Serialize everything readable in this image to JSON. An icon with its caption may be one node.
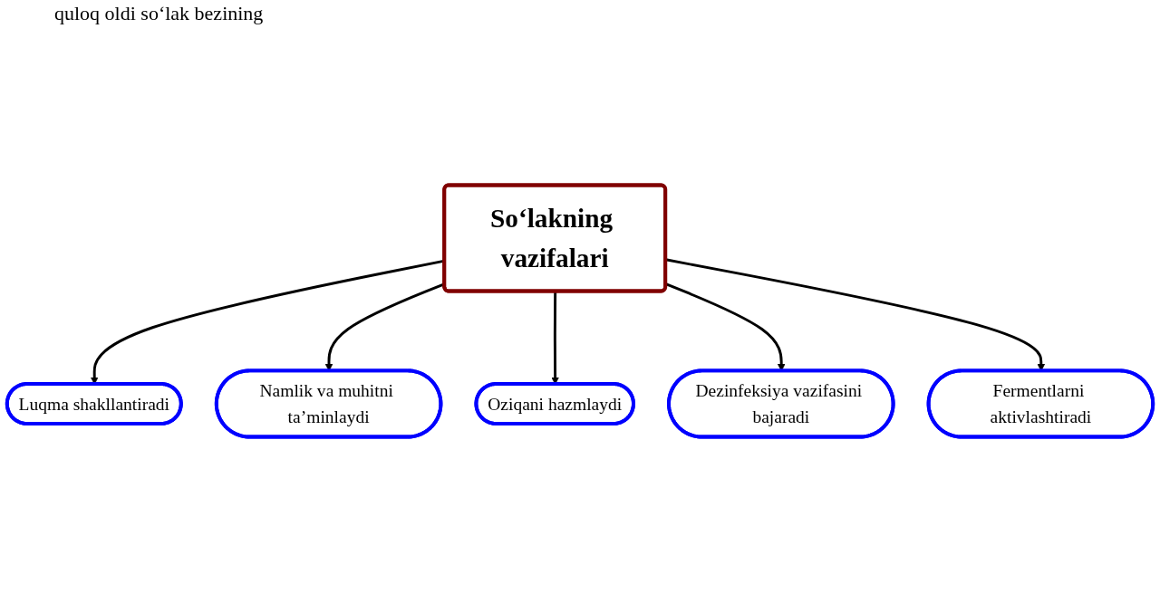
{
  "diagram": {
    "nodes": [
      {
        "text": [
          "So‘lakning vazifalari"
        ]
      },
      {
        "text": [
          "Luqma shakllantiradi"
        ]
      },
      {
        "text": [
          "Namlik va muhitni ta’minlaydi"
        ]
      },
      {
        "text": [
          "Oziqani hazmlaydi"
        ]
      },
      {
        "text": [
          "Dezinfeksiya vazifasini bajaradi"
        ]
      },
      {
        "text": [
          "Fermentlarni aktivlashtiradi"
        ]
      }
    ],
    "edges": [
      {
        "from": 0,
        "to": 1,
        "arrow": "to"
      },
      {
        "from": 0,
        "to": 2,
        "arrow": "to"
      },
      {
        "from": 0,
        "to": 3,
        "arrow": "to"
      },
      {
        "from": 0,
        "to": 4,
        "arrow": "to"
      },
      {
        "from": 0,
        "to": 5,
        "arrow": "to"
      }
    ],
    "labels": [
      "quloq oldi so‘lak bezining"
    ]
  }
}
